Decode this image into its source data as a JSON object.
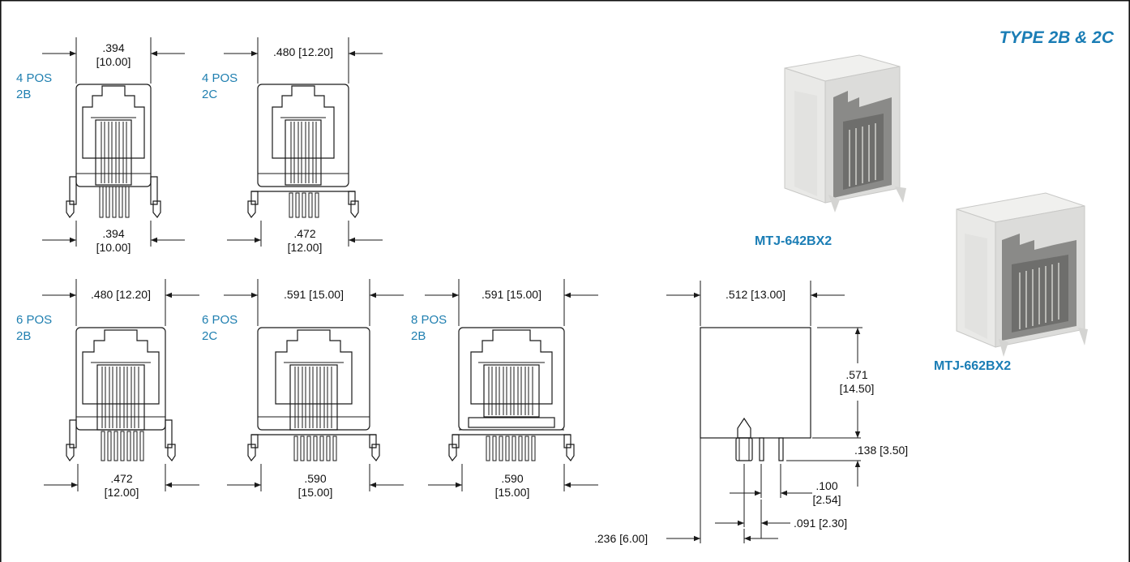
{
  "title": "TYPE 2B & 2C",
  "colors": {
    "accent": "#1a7db5",
    "line": "#1a1a1a",
    "housing": "#e4e4e2"
  },
  "parts": {
    "first": "MTJ-642BX2",
    "second": "MTJ-662BX2"
  },
  "views": {
    "v4b": {
      "pos": "4 POS",
      "type": "2B",
      "top": [
        ".394",
        "[10.00]"
      ],
      "bottom": [
        ".394",
        "[10.00]"
      ]
    },
    "v4c": {
      "pos": "4 POS",
      "type": "2C",
      "top": ".480 [12.20]",
      "bottom": [
        ".472",
        "[12.00]"
      ]
    },
    "v6b": {
      "pos": "6 POS",
      "type": "2B",
      "top": ".480 [12.20]",
      "bottom": [
        ".472",
        "[12.00]"
      ]
    },
    "v6c": {
      "pos": "6 POS",
      "type": "2C",
      "top": ".591 [15.00]",
      "bottom": [
        ".590",
        "[15.00]"
      ]
    },
    "v8b": {
      "pos": "8 POS",
      "type": "2B",
      "top": ".591 [15.00]",
      "bottom": [
        ".590",
        "[15.00]"
      ]
    }
  },
  "side_view": {
    "width": ".512 [13.00]",
    "height": [
      ".571",
      "[14.50]"
    ],
    "pin_length": ".138 [3.50]",
    "pin_pitch": [
      ".100",
      "[2.54]"
    ],
    "pin_offset": ".091 [2.30]",
    "post_offset": ".236  [6.00]"
  }
}
